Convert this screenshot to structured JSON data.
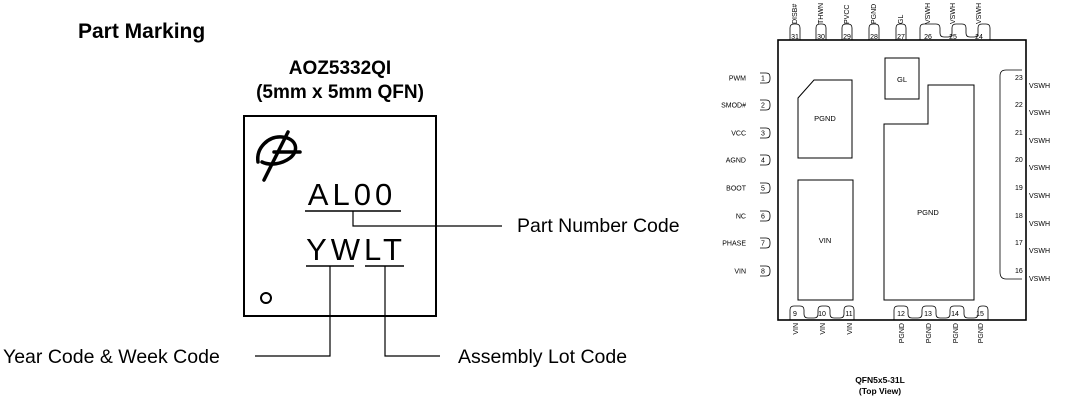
{
  "left": {
    "heading": "Part Marking",
    "part_number": "AOZ5332QI",
    "package": "(5mm x 5mm QFN)",
    "mark_line1": "AL00",
    "mark_line2": "YWLT",
    "logo_icon": "aos-logo-icon",
    "pin1_dot_icon": "pin1-dot-icon",
    "labels": {
      "part_number_code": "Part Number Code",
      "year_week_code": "Year Code & Week Code",
      "assembly_lot_code": "Assembly Lot Code"
    }
  },
  "right": {
    "caption_line1": "QFN5x5-31L",
    "caption_line2": "(Top View)",
    "pads": {
      "pgnd_small": "PGND",
      "gl": "GL",
      "pgnd_large": "PGND",
      "vin": "VIN"
    },
    "pins_left": [
      {
        "num": "1",
        "name": "PWM"
      },
      {
        "num": "2",
        "name": "SMOD#"
      },
      {
        "num": "3",
        "name": "VCC"
      },
      {
        "num": "4",
        "name": "AGND"
      },
      {
        "num": "5",
        "name": "BOOT"
      },
      {
        "num": "6",
        "name": "NC"
      },
      {
        "num": "7",
        "name": "PHASE"
      },
      {
        "num": "8",
        "name": "VIN"
      }
    ],
    "pins_right": [
      {
        "num": "23",
        "name": "VSWH"
      },
      {
        "num": "22",
        "name": "VSWH"
      },
      {
        "num": "21",
        "name": "VSWH"
      },
      {
        "num": "20",
        "name": "VSWH"
      },
      {
        "num": "19",
        "name": "VSWH"
      },
      {
        "num": "18",
        "name": "VSWH"
      },
      {
        "num": "17",
        "name": "VSWH"
      },
      {
        "num": "16",
        "name": "VSWH"
      }
    ],
    "pins_top": [
      {
        "num": "31",
        "name": "DISB#"
      },
      {
        "num": "30",
        "name": "THWN"
      },
      {
        "num": "29",
        "name": "PVCC"
      },
      {
        "num": "28",
        "name": "PGND"
      },
      {
        "num": "27",
        "name": "GL"
      },
      {
        "num": "26",
        "name": "VSWH"
      },
      {
        "num": "25",
        "name": "VSWH"
      },
      {
        "num": "24",
        "name": "VSWH"
      }
    ],
    "pins_bottom": [
      {
        "num": "9",
        "name": "VIN"
      },
      {
        "num": "10",
        "name": "VIN"
      },
      {
        "num": "11",
        "name": "VIN"
      },
      {
        "num": "12",
        "name": "PGND"
      },
      {
        "num": "13",
        "name": "PGND"
      },
      {
        "num": "14",
        "name": "PGND"
      },
      {
        "num": "15",
        "name": "PGND"
      }
    ]
  }
}
